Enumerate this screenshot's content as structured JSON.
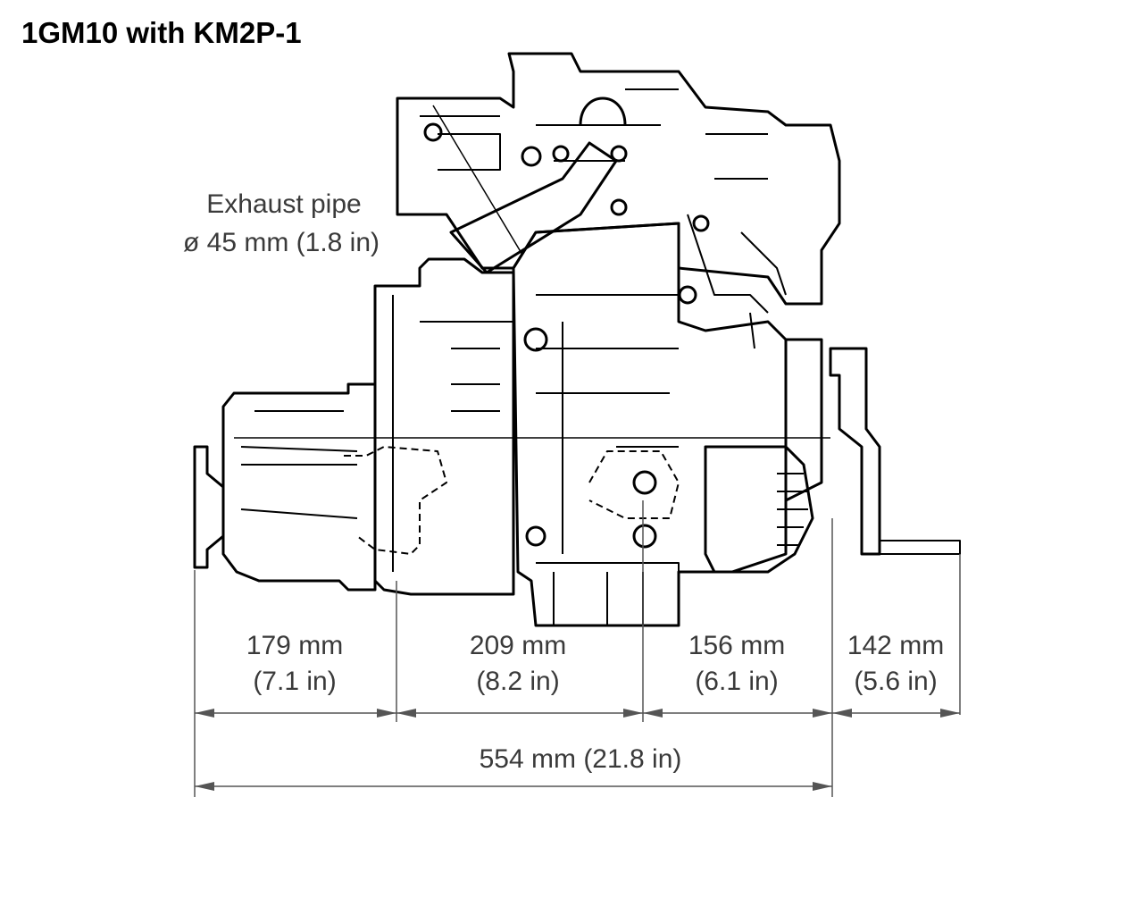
{
  "title": "1GM10 with KM2P-1",
  "exhaust": {
    "label": "Exhaust pipe",
    "diameter": "ø 45 mm (1.8 in)"
  },
  "dimensions": [
    {
      "mm": "179 mm",
      "in": "(7.1 in)"
    },
    {
      "mm": "209 mm",
      "in": "(8.2 in)"
    },
    {
      "mm": "156 mm",
      "in": "(6.1 in)"
    },
    {
      "mm": "142 mm",
      "in": "(5.6 in)"
    }
  ],
  "total": "554 mm (21.8  in)",
  "colors": {
    "line": "#000000",
    "dimension_line": "#555555",
    "text": "#3a3a3a"
  }
}
